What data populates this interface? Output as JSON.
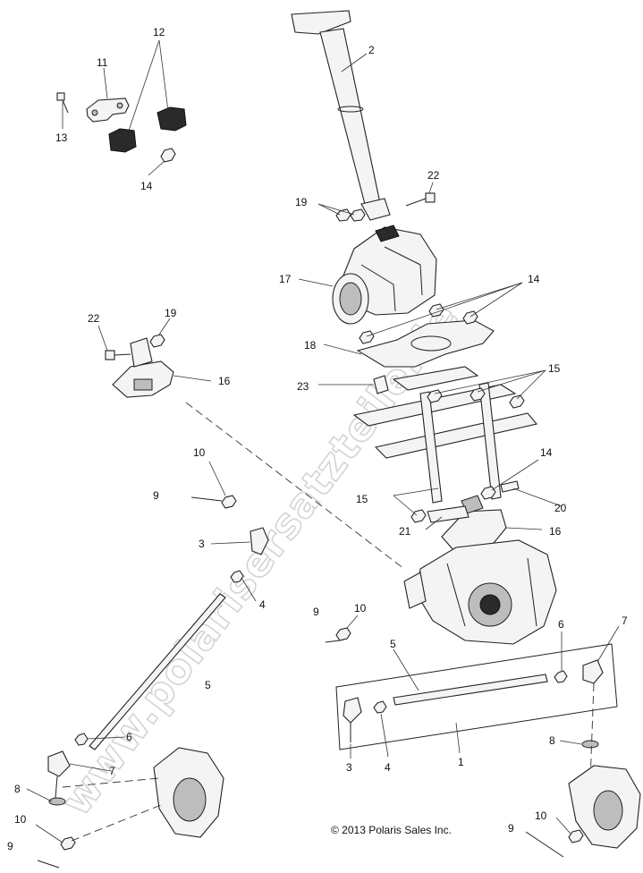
{
  "copyright": "© 2013 Polaris Sales Inc.",
  "watermark": "www.polarisersatzteile.de",
  "callouts": [
    {
      "id": "c1",
      "text": "1"
    },
    {
      "id": "c2",
      "text": "2"
    },
    {
      "id": "c3a",
      "text": "3"
    },
    {
      "id": "c3b",
      "text": "3"
    },
    {
      "id": "c4a",
      "text": "4"
    },
    {
      "id": "c4b",
      "text": "4"
    },
    {
      "id": "c5a",
      "text": "5"
    },
    {
      "id": "c5b",
      "text": "5"
    },
    {
      "id": "c6a",
      "text": "6"
    },
    {
      "id": "c6b",
      "text": "6"
    },
    {
      "id": "c7a",
      "text": "7"
    },
    {
      "id": "c7b",
      "text": "7"
    },
    {
      "id": "c8a",
      "text": "8"
    },
    {
      "id": "c8b",
      "text": "8"
    },
    {
      "id": "c9a",
      "text": "9"
    },
    {
      "id": "c9b",
      "text": "9"
    },
    {
      "id": "c9c",
      "text": "9"
    },
    {
      "id": "c9d",
      "text": "9"
    },
    {
      "id": "c10a",
      "text": "10"
    },
    {
      "id": "c10b",
      "text": "10"
    },
    {
      "id": "c10c",
      "text": "10"
    },
    {
      "id": "c10d",
      "text": "10"
    },
    {
      "id": "c11",
      "text": "11"
    },
    {
      "id": "c12",
      "text": "12"
    },
    {
      "id": "c13",
      "text": "13"
    },
    {
      "id": "c14a",
      "text": "14"
    },
    {
      "id": "c14b",
      "text": "14"
    },
    {
      "id": "c14c",
      "text": "14"
    },
    {
      "id": "c15a",
      "text": "15"
    },
    {
      "id": "c15b",
      "text": "15"
    },
    {
      "id": "c16a",
      "text": "16"
    },
    {
      "id": "c16b",
      "text": "16"
    },
    {
      "id": "c17",
      "text": "17"
    },
    {
      "id": "c18",
      "text": "18"
    },
    {
      "id": "c19a",
      "text": "19"
    },
    {
      "id": "c19b",
      "text": "19"
    },
    {
      "id": "c20",
      "text": "20"
    },
    {
      "id": "c21",
      "text": "21"
    },
    {
      "id": "c22a",
      "text": "22"
    },
    {
      "id": "c22b",
      "text": "22"
    },
    {
      "id": "c23",
      "text": "23"
    }
  ]
}
